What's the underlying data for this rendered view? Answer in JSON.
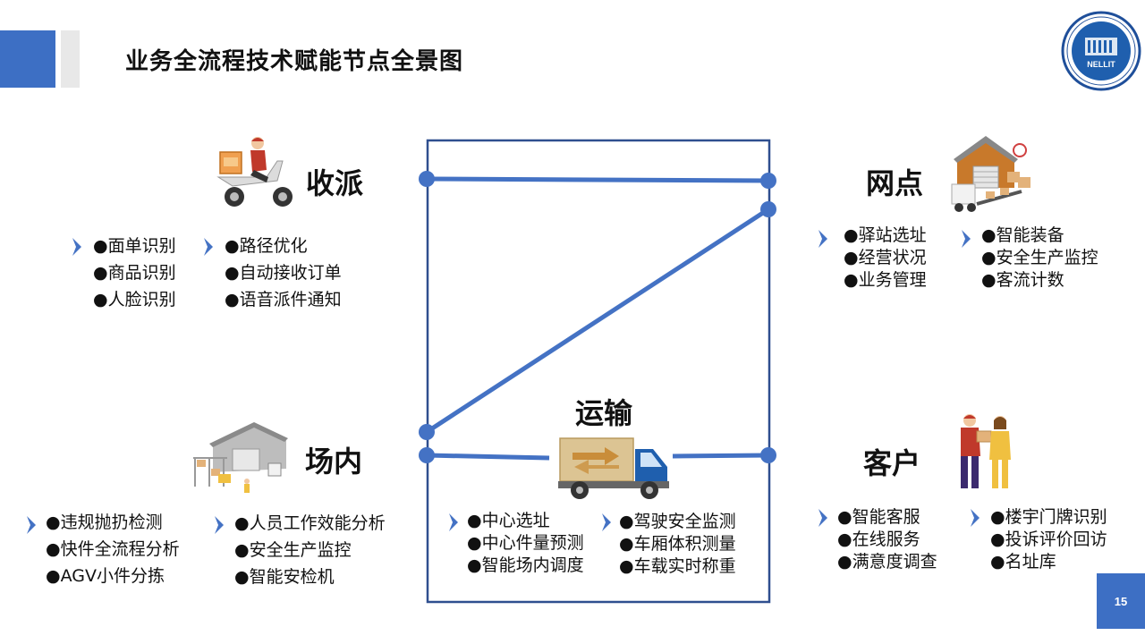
{
  "header": {
    "title": "业务全流程技术赋能节点全景图"
  },
  "logo": {
    "text": "NELLIT"
  },
  "nodes": {
    "shoupai": {
      "title": "收派",
      "col1": [
        "●面单识别",
        "●商品识别",
        "●人脸识别"
      ],
      "col2": [
        "●路径优化",
        "●自动接收订单",
        "●语音派件通知"
      ]
    },
    "wangdian": {
      "title": "网点",
      "col1": [
        "●驿站选址",
        "●经营状况",
        "●业务管理"
      ],
      "col2": [
        "●智能装备",
        "●安全生产监控",
        "●客流计数"
      ]
    },
    "changnei": {
      "title": "场内",
      "col1": [
        "●违规抛扔检测",
        "●快件全流程分析",
        "●AGV小件分拣"
      ],
      "col2": [
        "●人员工作效能分析",
        "●安全生产监控",
        "●智能安检机"
      ]
    },
    "yunshu": {
      "title": "运输",
      "col1": [
        "●中心选址",
        "●中心件量预测",
        "●智能场内调度"
      ],
      "col2": [
        "●驾驶安全监测",
        "●车厢体积测量",
        "●车载实时称重"
      ]
    },
    "kehu": {
      "title": "客户",
      "col1": [
        "●智能客服",
        "●在线服务",
        "●满意度调查"
      ],
      "col2": [
        "●楼宇门牌识别",
        "●投诉评价回访",
        "●名址库"
      ]
    }
  },
  "footer": {
    "page_number": "15"
  },
  "colors": {
    "accent": "#3d6fc4",
    "frame": "#2f4f8f",
    "text": "#111111"
  }
}
